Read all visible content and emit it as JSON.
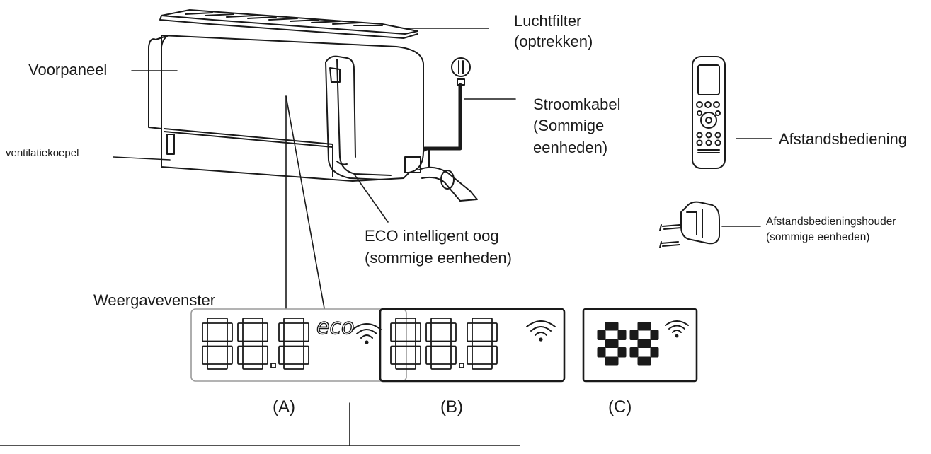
{
  "labels": {
    "voorpaneel": "Voorpaneel",
    "ventilatiekoepel": "ventilatiekoepel",
    "luchtfilter": [
      "Luchtfilter",
      "(optrekken)"
    ],
    "stroomkabel": [
      "Stroomkabel",
      "(Sommige",
      "eenheden)"
    ],
    "afstandsbediening": "Afstandsbediening",
    "houder": [
      "Afstandsbedieningshouder",
      "(sommige eenheden)"
    ],
    "eco_oog": [
      "ECO intelligent oog",
      "(sommige eenheden)"
    ],
    "weergavevenster": "Weergavevenster"
  },
  "displays": [
    {
      "caption": "(A)",
      "digits": "88.8",
      "eco_text": "eco",
      "wifi": true
    },
    {
      "caption": "(B)",
      "digits": "88.8",
      "wifi": true
    },
    {
      "caption": "(C)",
      "digits": "88",
      "wifi": true
    }
  ],
  "colors": {
    "line": "#1a1a1a",
    "panel_a_border": "#9a9a9a"
  }
}
